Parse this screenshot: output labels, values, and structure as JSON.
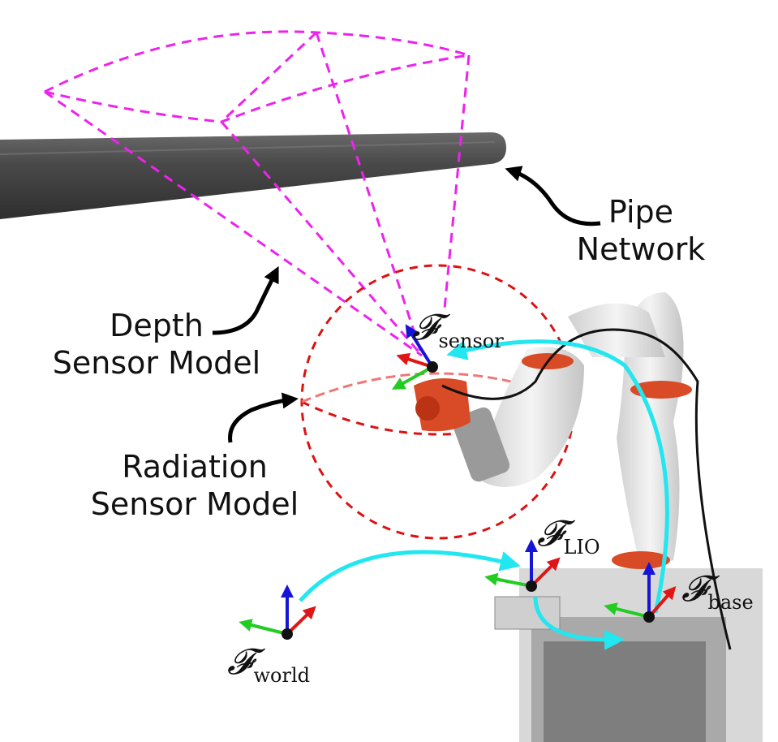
{
  "labels": {
    "pipe_network": [
      "Pipe",
      "Network"
    ],
    "depth_sensor_model": [
      "Depth",
      "Sensor Model"
    ],
    "radiation_sensor_model": [
      "Radiation",
      "Sensor Model"
    ]
  },
  "frames": {
    "sensor": {
      "symbol": "𝓕",
      "subscript": "sensor"
    },
    "lio": {
      "symbol": "𝓕",
      "subscript": "LIO"
    },
    "base": {
      "symbol": "𝓕",
      "subscript": "base"
    },
    "world": {
      "symbol": "𝓕",
      "subscript": "world"
    }
  },
  "colors": {
    "depth_fov": "#ee22ee",
    "radiation_sphere": "#dd1111",
    "transform_arrow": "#22e6f0",
    "axis_x": "#e01515",
    "axis_y": "#22cc22",
    "axis_z": "#1515d8",
    "pipe": "#444444",
    "robot_joint": "#d94a26"
  }
}
